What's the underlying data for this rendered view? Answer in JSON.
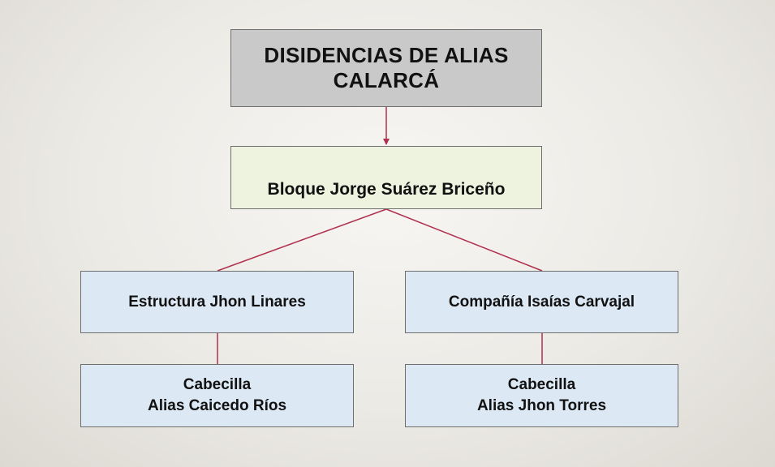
{
  "diagram": {
    "root": {
      "line1": "DISIDENCIAS DE ALIAS",
      "line2": "CALARCÁ"
    },
    "bloque": {
      "label": "Bloque Jorge Suárez Briceño"
    },
    "estructura": {
      "label": "Estructura Jhon Linares"
    },
    "compania": {
      "label": "Compañía Isaías Carvajal"
    },
    "cabecilla_left": {
      "line1": "Cabecilla",
      "line2": "Alias Caicedo Ríos"
    },
    "cabecilla_right": {
      "line1": "Cabecilla",
      "line2": "Alias Jhon Torres"
    }
  },
  "colors": {
    "connector": "#b0304e",
    "root_fill": "#c9c9c9",
    "bloque_fill": "#eef3df",
    "unit_fill": "#dce9f5"
  }
}
